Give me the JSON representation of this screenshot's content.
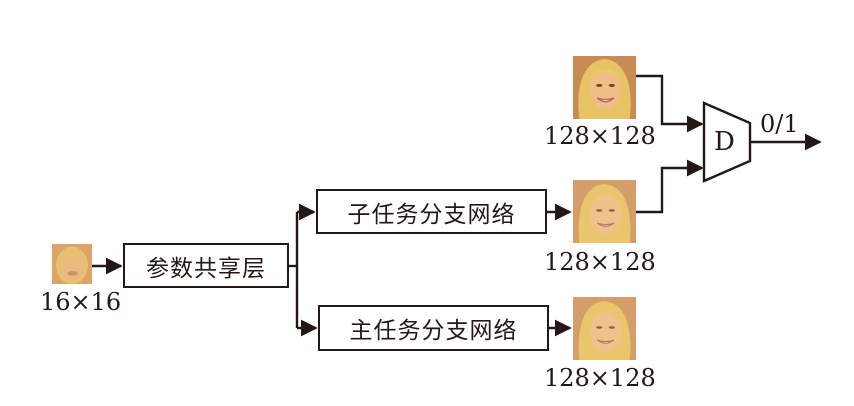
{
  "input": {
    "size_label": "16×16"
  },
  "shared_layer": {
    "label": "参数共享层"
  },
  "sub_branch": {
    "label": "子任务分支网络",
    "output_size": "128×128"
  },
  "main_branch": {
    "label": "主任务分支网络",
    "output_size": "128×128"
  },
  "real_image": {
    "size_label": "128×128"
  },
  "discriminator": {
    "label": "D",
    "output": "0/1"
  },
  "colors": {
    "stroke": "#231815",
    "face": "#e8b87a",
    "hair": "#e6c463",
    "background": "#ffffff"
  }
}
